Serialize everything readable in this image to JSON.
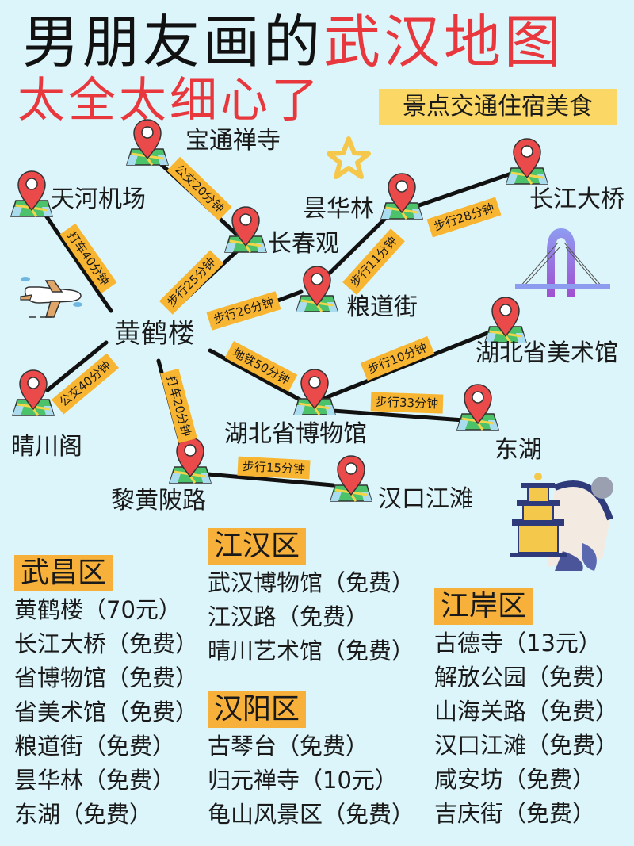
{
  "header": {
    "title_black": "男朋友画的",
    "title_red": "武汉地图",
    "subtitle": "太全太细心了",
    "tagline": "景点交通住宿美食"
  },
  "colors": {
    "background": "#dcf5fa",
    "title_red": "#e8383d",
    "route_label_bg": "#f8b531",
    "tagline_bg": "#fbd766",
    "district_head_bg": "#f7b13a",
    "pin_red": "#ea4a4a",
    "map_green": "#4cc36a"
  },
  "map": {
    "places": {
      "baotong": "宝通禅寺",
      "tianhe": "天河机场",
      "tanhualin": "昙华林",
      "changjiang_bridge": "长江大桥",
      "changchun": "长春观",
      "liangdao": "粮道街",
      "huanghelou": "黄鹤楼",
      "art_museum": "湖北省美术馆",
      "qingchuange": "晴川阁",
      "museum": "湖北省博物馆",
      "donghu": "东湖",
      "lihuangpi": "黎黄陂路",
      "hankou_bund": "汉口江滩"
    },
    "routes": {
      "tianhe_huanghelou": "打车40分钟",
      "baotong_changchun": "公交20分钟",
      "changchun_huanghelou": "步行25分钟",
      "huanghelou_liangdao": "步行26分钟",
      "liangdao_tanhualin": "步行11分钟",
      "tanhualin_bridge": "步行28分钟",
      "huanghelou_qingchuan": "公交40分钟",
      "huanghelou_lihuangpi": "打车20分钟",
      "huanghelou_museum": "地铁50分钟",
      "museum_artmuseum": "步行10分钟",
      "museum_donghu": "步行33分钟",
      "lihuangpi_hankou": "步行15分钟"
    },
    "icons": {
      "pin": "location-pin-on-map-icon",
      "plane": "airplane-icon",
      "star": "star-icon",
      "bridge": "arch-bridge-icon",
      "pagoda": "yellow-crane-tower-illustration"
    }
  },
  "districts": {
    "wuchang": {
      "name": "武昌区",
      "items": [
        "黄鹤楼（70元）",
        "长江大桥（免费）",
        "省博物馆（免费）",
        "省美术馆（免费）",
        "粮道街（免费）",
        "昙华林（免费）",
        "东湖（免费）"
      ]
    },
    "jianghan": {
      "name": "江汉区",
      "items": [
        "武汉博物馆（免费）",
        "江汉路（免费）",
        "晴川艺术馆（免费）"
      ]
    },
    "hanyang": {
      "name": "汉阳区",
      "items": [
        "古琴台（免费）",
        "归元禅寺（10元）",
        "龟山风景区（免费）"
      ]
    },
    "jiangan": {
      "name": "江岸区",
      "items": [
        "古德寺（13元）",
        "解放公园（免费）",
        "山海关路（免费）",
        "汉口江滩（免费）",
        "咸安坊（免费）",
        "吉庆街（免费）"
      ]
    }
  }
}
